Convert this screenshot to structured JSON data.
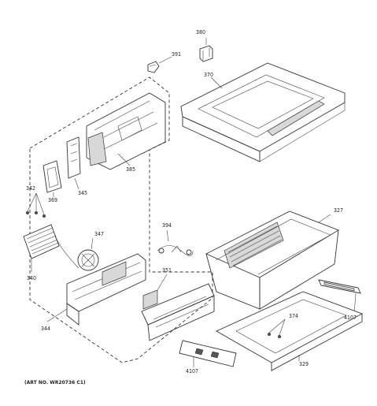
{
  "labels": {
    "p380": "380",
    "p391": "391",
    "p370": "370",
    "p385": "385",
    "p345": "345",
    "p369": "369",
    "p342": "342",
    "p347": "347",
    "p394": "394",
    "p327": "327",
    "p340": "340",
    "p351": "351",
    "p4107r": "4107",
    "p374": "374",
    "p344": "344",
    "p4107b": "4107",
    "p329": "329"
  },
  "art_number": "(ART NO. WR20736 C1)"
}
